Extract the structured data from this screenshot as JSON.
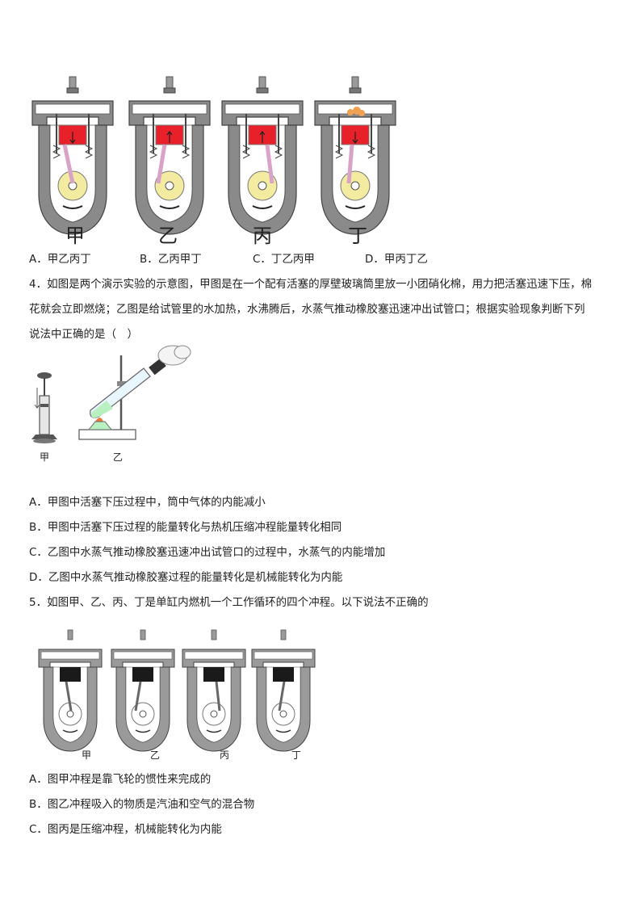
{
  "q3": {
    "figure": {
      "labels": [
        "甲",
        "乙",
        "丙",
        "丁"
      ]
    },
    "options": [
      "A．甲乙丙丁",
      "B．乙丙甲丁",
      "C．丁乙丙甲",
      "D．甲丙丁乙"
    ]
  },
  "q4": {
    "stem_line1": "4．如图是两个演示实验的示意图，甲图是在一个配有活塞的厚壁玻璃筒里放一小团硝化棉，用力把活塞迅速下压，棉",
    "stem_line2": "花就会立即燃烧；乙图是给试管里的水加热，水沸腾后，水蒸气推动橡胶塞迅速冲出试管口；根据实验现象判断下列",
    "stem_line3": "说法中正确的是（　）",
    "figure": {
      "label_left": "甲",
      "label_right": "乙"
    },
    "options": [
      "A．甲图中活塞下压过程中，筒中气体的内能减小",
      "B．甲图中活塞下压过程的能量转化与热机压缩冲程能量转化相同",
      "C．乙图中水蒸气推动橡胶塞迅速冲出试管口的过程中，水蒸气的内能增加",
      "D．乙图中水蒸气推动橡胶塞过程的能量转化是机械能转化为内能"
    ]
  },
  "q5": {
    "stem": "5．如图甲、乙、丙、丁是单缸内燃机一个工作循环的四个冲程。以下说法不正确的",
    "figure": {
      "labels": [
        "甲",
        "乙",
        "丙",
        "丁"
      ]
    },
    "options": [
      "A．图甲冲程是靠飞轮的惯性来完成的",
      "B．图乙冲程吸入的物质是汽油和空气的混合物",
      "C．图丙是压缩冲程，机械能转化为内能"
    ]
  },
  "colors": {
    "engine_body": "#7a7a7a",
    "piston_red": "#e8202a",
    "piston_black": "#1a1a1a",
    "crank_yellow": "#f3eca0",
    "rod_pink": "#d9a3c8",
    "spark_orange": "#f0a050",
    "flame_orange": "#e87a3a",
    "liquid_green": "#b8f0c0"
  }
}
